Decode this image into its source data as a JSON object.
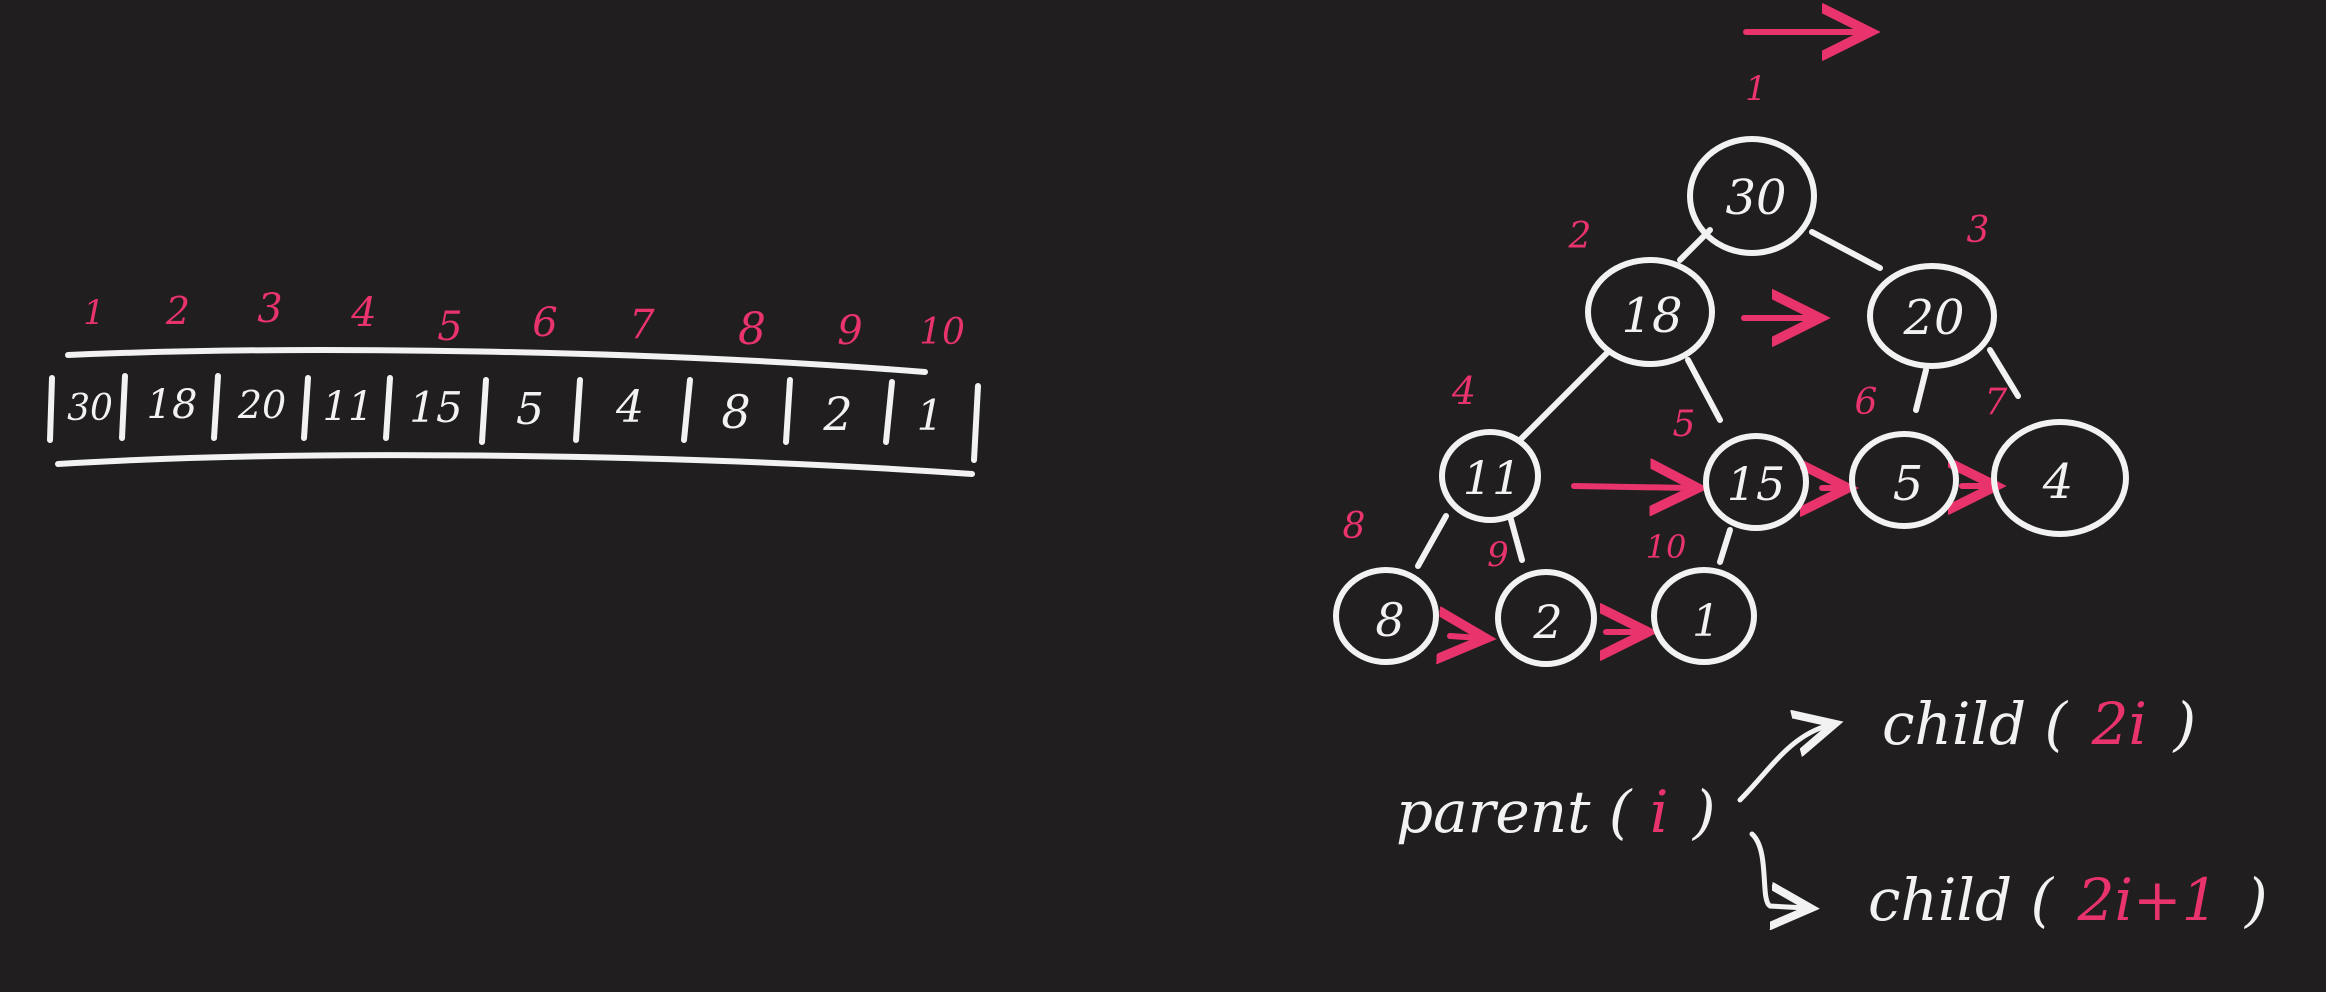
{
  "array": {
    "indices": [
      "1",
      "2",
      "3",
      "4",
      "5",
      "6",
      "7",
      "8",
      "9",
      "10"
    ],
    "values": [
      "30",
      "18",
      "20",
      "11",
      "15",
      "5",
      "4",
      "8",
      "2",
      "1"
    ]
  },
  "tree": {
    "nodes": [
      {
        "index": "1",
        "value": "30"
      },
      {
        "index": "2",
        "value": "18"
      },
      {
        "index": "3",
        "value": "20"
      },
      {
        "index": "4",
        "value": "11"
      },
      {
        "index": "5",
        "value": "15"
      },
      {
        "index": "6",
        "value": "5"
      },
      {
        "index": "7",
        "value": "4"
      },
      {
        "index": "8",
        "value": "8"
      },
      {
        "index": "9",
        "value": "2"
      },
      {
        "index": "10",
        "value": "1"
      }
    ]
  },
  "formula": {
    "parent_prefix": "parent (",
    "parent_var": "i",
    "parent_suffix": ")",
    "left_prefix": "child (",
    "left_expr": "2i",
    "left_suffix": ")",
    "right_prefix": "child (",
    "right_expr": "2i+1",
    "right_suffix": ")"
  },
  "colors": {
    "background": "#201e1e",
    "chalk": "#f2f2f2",
    "accent": "#e8336d"
  }
}
